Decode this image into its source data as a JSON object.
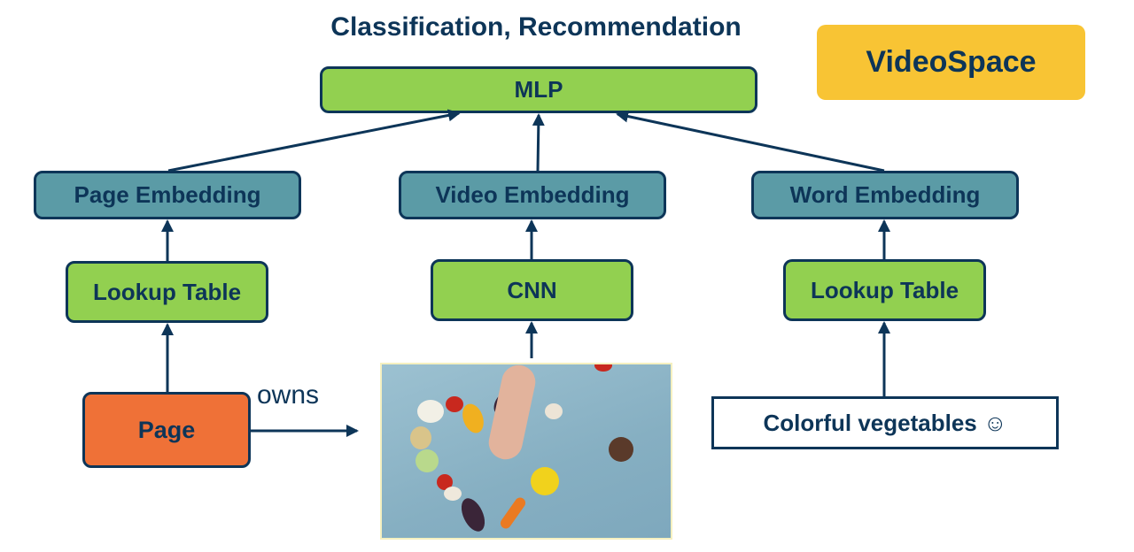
{
  "title": "Classification, Recommendation",
  "badge": "VideoSpace",
  "nodes": {
    "mlp": "MLP",
    "page_embedding": "Page Embedding",
    "video_embedding": "Video Embedding",
    "word_embedding": "Word Embedding",
    "lookup_table_left": "Lookup Table",
    "cnn": "CNN",
    "lookup_table_right": "Lookup Table",
    "page": "Page",
    "text_input": "Colorful vegetables ☺"
  },
  "edge_labels": {
    "owns": "owns"
  },
  "image": {
    "description": "photo of colorful vegetables arranged in a heart shape with a hand"
  },
  "colors": {
    "ink": "#0d3558",
    "green": "#92d050",
    "teal": "#5b9ba6",
    "orange": "#ef7137",
    "yellow": "#f8c434"
  }
}
